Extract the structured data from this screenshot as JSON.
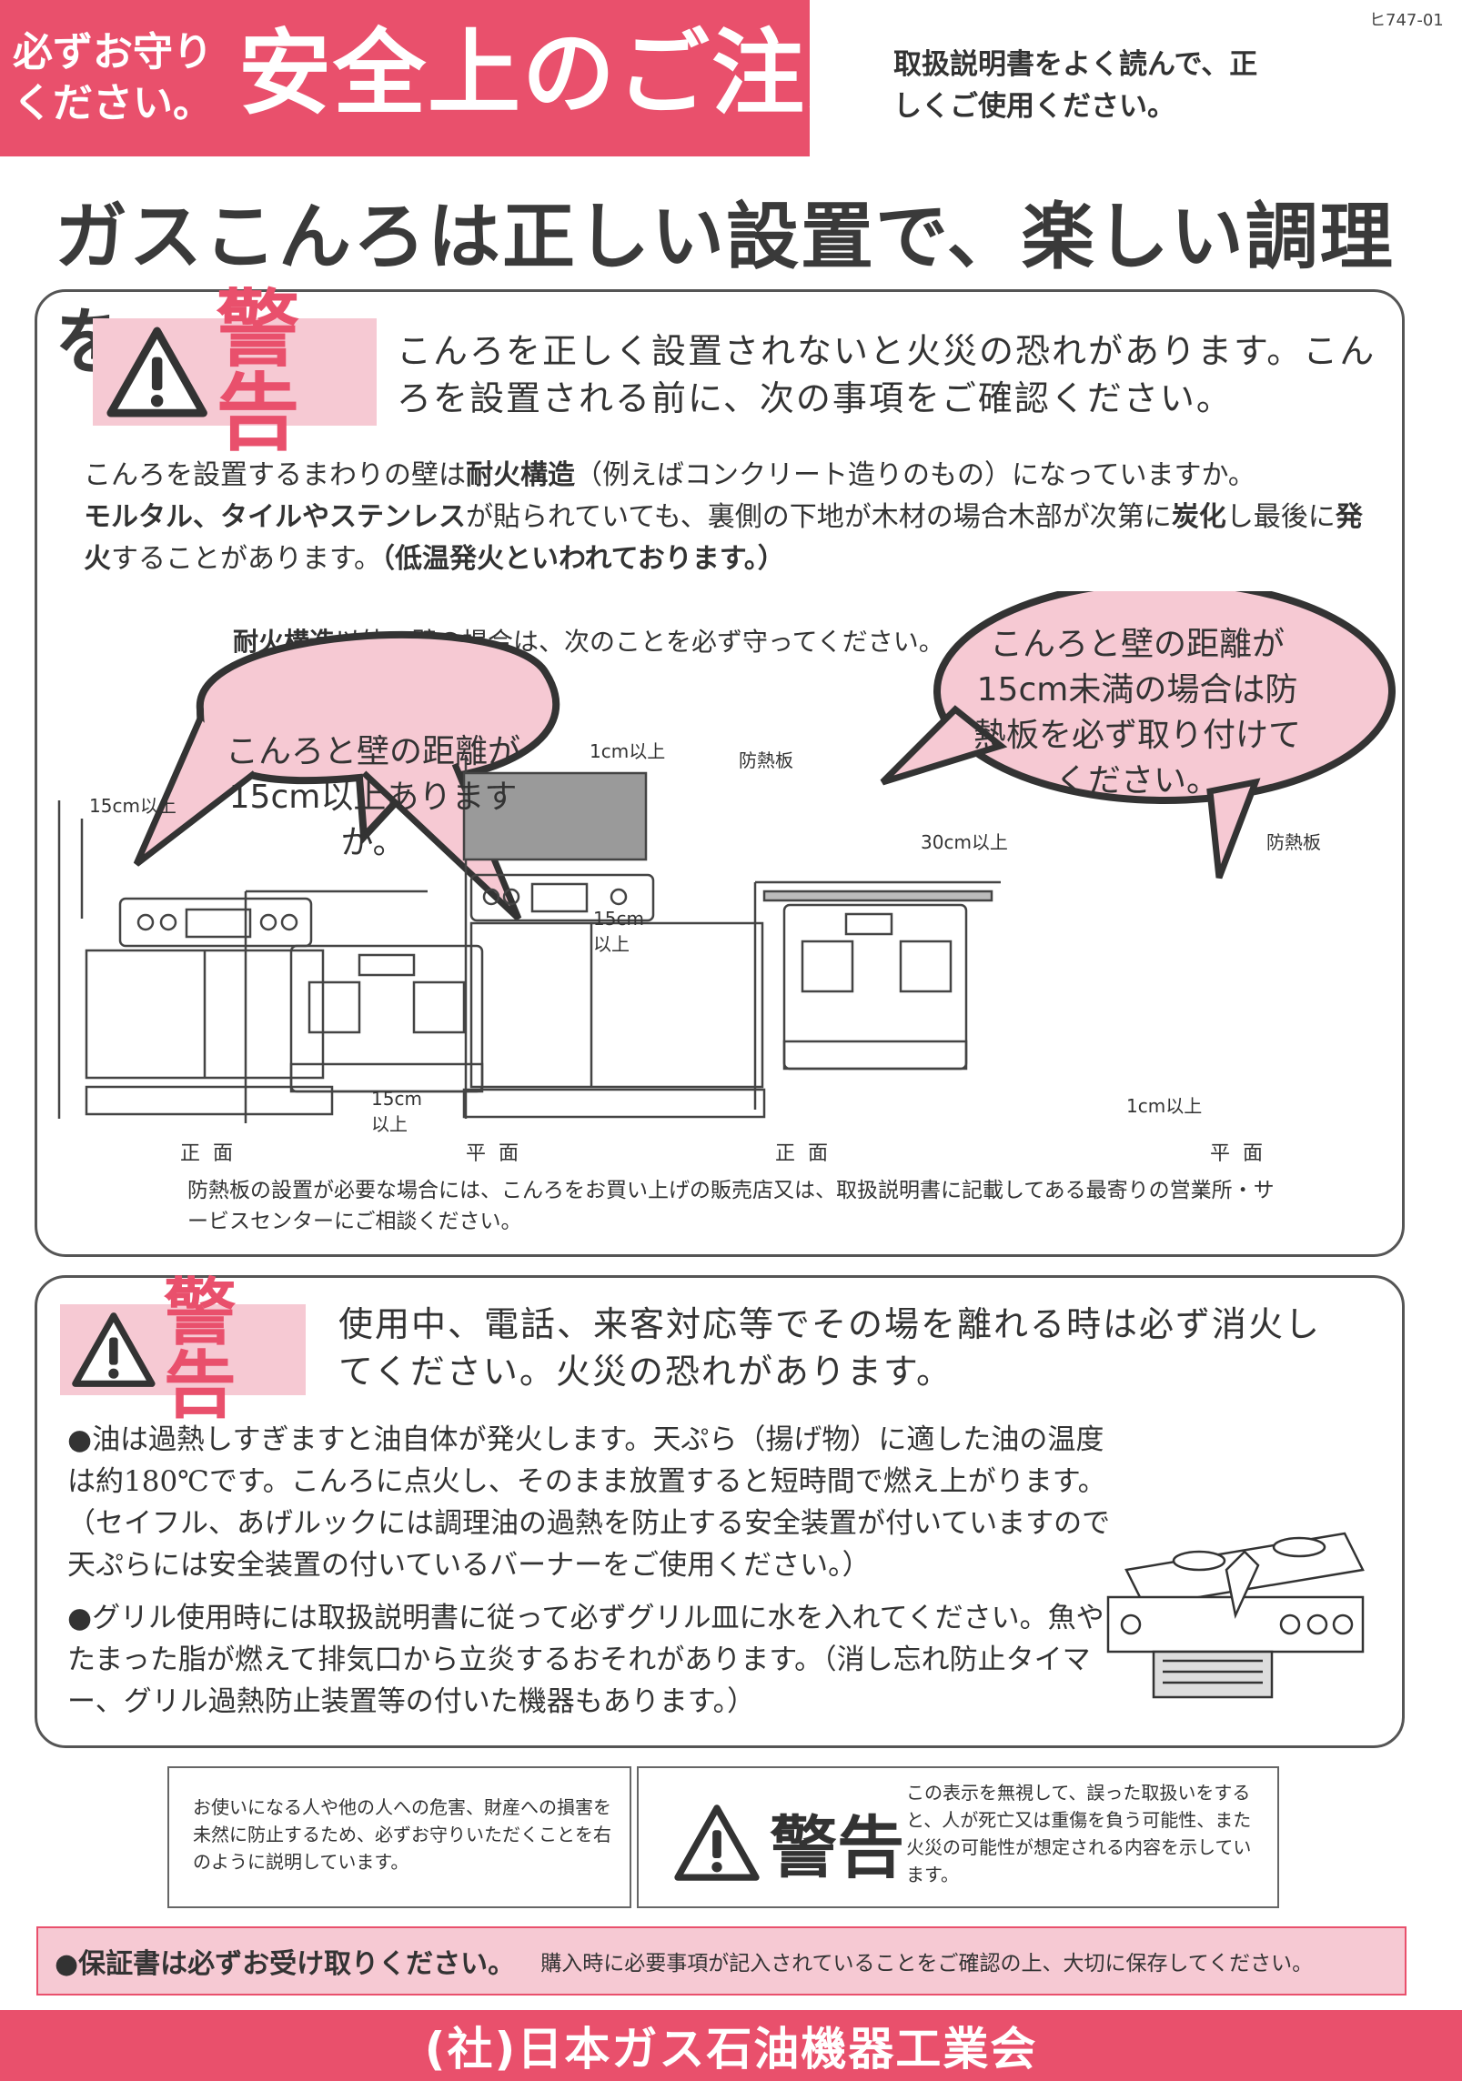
{
  "header": {
    "must_protect": "必ずお守りください。",
    "title": "安全上のご注意",
    "read_manual": "取扱説明書をよく読んで、正しくご使用ください。",
    "doc_id": "ヒ747-01"
  },
  "headline": "ガスこんろは正しい設置で、楽しい調理を",
  "warning1": {
    "badge": "警告",
    "text": "こんろを正しく設置されないと火災の恐れがあります。こんろを設置される前に、次の事項をご確認ください。",
    "para_a": "こんろを設置するまわりの壁は",
    "para_b": "耐火構造",
    "para_c": "（例えばコンクリート造りのもの）になっていますか。",
    "para_d": "モルタル、タイルやステンレス",
    "para_e": "が貼られていても、裏側の下地が木材の場合木部が次第に",
    "para_f": "炭化",
    "para_g": "し最後に",
    "para_h": "発火",
    "para_i": "することがあります。",
    "para_j": "（低温発火といわれております。）",
    "sub_a": "耐火構造",
    "sub_b": "以外の壁の場合は、次のことを必ず守ってください。",
    "bubble_left": "こんろと壁の距離が15cm以上ありますか。",
    "bubble_right": "こんろと壁の距離が15cm未満の場合は防熱板を必ず取り付けてください。",
    "labels": {
      "l15_a": "15cm以上",
      "l15_b": "15cm以上",
      "l15_c": "15cm以上",
      "l1_a": "1cm以上",
      "l1_b": "1cm以上",
      "l30": "30cm以上",
      "heat_a": "防熱板",
      "heat_b": "防熱板"
    },
    "captions": {
      "front1": "正面",
      "plan1": "平面",
      "front2": "正面",
      "plan2": "平面"
    },
    "footnote": "防熱板の設置が必要な場合には、こんろをお買い上げの販売店又は、取扱説明書に記載してある最寄りの営業所・サービスセンターにご相談ください。"
  },
  "warning2": {
    "badge": "警告",
    "text": "使用中、電話、来客対応等でその場を離れる時は必ず消火してください。火災の恐れがあります。",
    "bullet1": "油は過熱しすぎますと油自体が発火します。天ぷら（揚げ物）に適した油の温度は約180℃です。こんろに点火し、そのまま放置すると短時間で燃え上がります。（セイフル、あげルックには調理油の過熱を防止する安全装置が付いていますので天ぷらには安全装置の付いているバーナーをご使用ください。）",
    "bullet2": "グリル使用時には取扱説明書に従って必ずグリル皿に水を入れてください。魚やたまった脂が燃えて排気口から立炎するおそれがあります。（消し忘れ防止タイマー、グリル過熱防止装置等の付いた機器もあります。）"
  },
  "legend": {
    "left": "お使いになる人や他の人への危害、財産への損害を未然に防止するため、必ずお守りいただくことを右のように説明しています。",
    "badge": "警告",
    "right": "この表示を無視して、誤った取扱いをすると、人が死亡又は重傷を負う可能性、また火災の可能性が想定される内容を示しています。"
  },
  "guarantee": {
    "main": "●保証書は必ずお受け取りください。",
    "sub": "購入時に必要事項が記入されていることをご確認の上、大切に保存してください。"
  },
  "footer": "(社)日本ガス石油機器工業会",
  "colors": {
    "accent": "#e9506c",
    "accent_light": "#f6c9d3",
    "text": "#333333"
  }
}
